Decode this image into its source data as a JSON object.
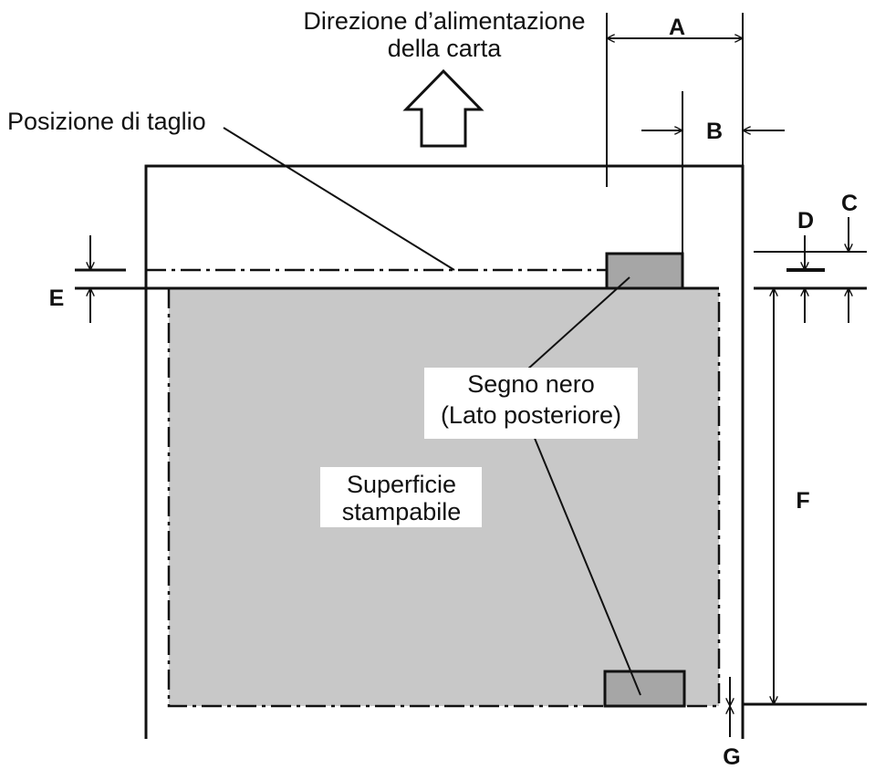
{
  "labels": {
    "feed_direction_line1": "Direzione d’alimentazione",
    "feed_direction_line2": "della carta",
    "cut_position": "Posizione di taglio",
    "black_mark_line1": "Segno nero",
    "black_mark_line2": "(Lato posteriore)",
    "printable_area_line1": "Superficie",
    "printable_area_line2": "stampabile"
  },
  "dimensions": {
    "a": "A",
    "b": "B",
    "c": "C",
    "d": "D",
    "e": "E",
    "f": "F",
    "g": "G"
  },
  "colors": {
    "printable_area": "#c8c8c8",
    "black_mark": "#a6a6a6",
    "line": "#111111"
  }
}
